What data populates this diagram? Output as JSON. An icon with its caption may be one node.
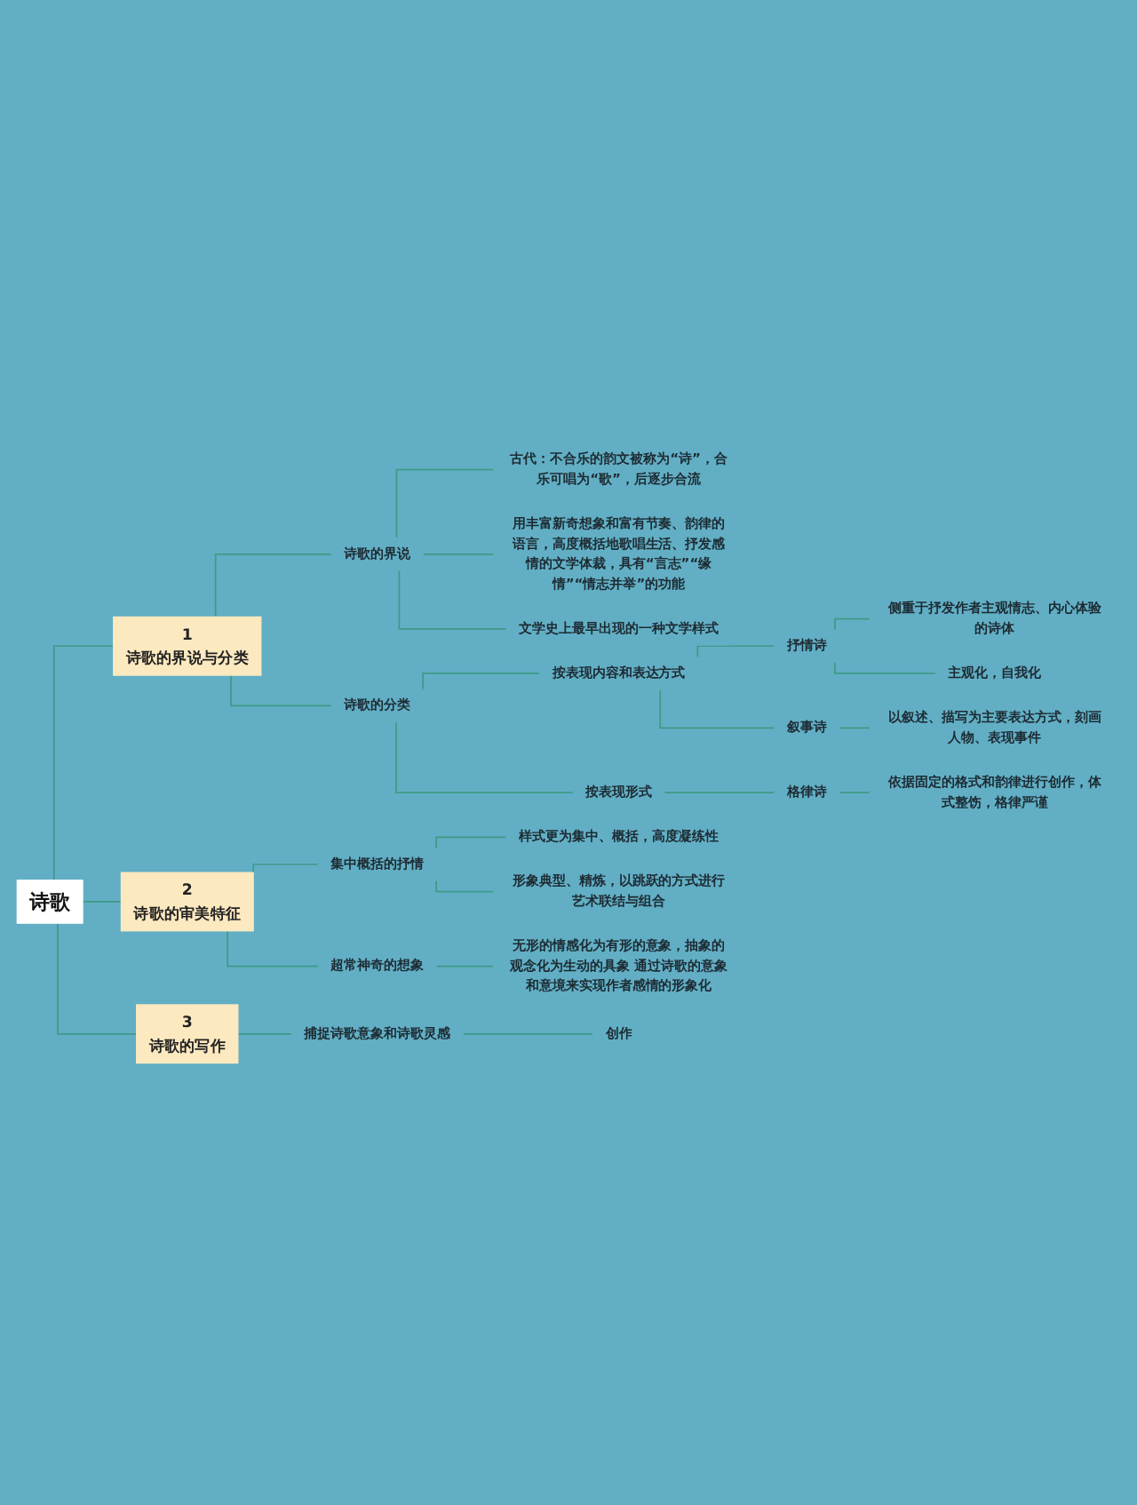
{
  "diagram": {
    "nodes": [
      {
        "text": [
          "诗歌"
        ]
      },
      {
        "text": [
          "1",
          "诗歌的界说与分类"
        ]
      },
      {
        "text": [
          "诗歌的界说"
        ]
      },
      {
        "text": [
          "古代：不合乐的韵文被称为“诗”，合乐可唱为“歌”，后逐步合流"
        ]
      },
      {
        "text": [
          "用丰富新奇想象和富有节奏、韵律的语言，高度概括地歌唱生活、抒发感情的文学体裁，具有“言志”“缘情”“情志并举”的功能"
        ]
      },
      {
        "text": [
          "文学史上最早出现的一种文学样式"
        ]
      },
      {
        "text": [
          "诗歌的分类"
        ]
      },
      {
        "text": [
          "按表现内容和表达方式"
        ]
      },
      {
        "text": [
          "抒情诗"
        ]
      },
      {
        "text": [
          "侧重于抒发作者主观情志、内心体验的诗体"
        ]
      },
      {
        "text": [
          "主观化，自我化"
        ]
      },
      {
        "text": [
          "叙事诗"
        ]
      },
      {
        "text": [
          "以叙述、描写为主要表达方式，刻画人物、表现事件"
        ]
      },
      {
        "text": [
          "按表现形式"
        ]
      },
      {
        "text": [
          "格律诗"
        ]
      },
      {
        "text": [
          "依据固定的格式和韵律进行创作，体式整饬，格律严谨"
        ]
      },
      {
        "text": [
          "2",
          "诗歌的审美特征"
        ]
      },
      {
        "text": [
          "集中概括的抒情"
        ]
      },
      {
        "text": [
          "样式更为集中、概括，高度凝练性"
        ]
      },
      {
        "text": [
          "形象典型、精炼，以跳跃的方式进行艺术联结与组合"
        ]
      },
      {
        "text": [
          "超常神奇的想象"
        ]
      },
      {
        "text": [
          "无形的情感化为有形的意象，抽象的观念化为生动的具象 通过诗歌的意象和意境来实现作者感情的形象化"
        ]
      },
      {
        "text": [
          "3",
          "诗歌的写作"
        ]
      },
      {
        "text": [
          "捕捉诗歌意象和诗歌灵感"
        ]
      },
      {
        "text": [
          "创作"
        ]
      }
    ],
    "edges": [
      {
        "from": 0,
        "to": 1,
        "arrow": "none"
      },
      {
        "from": 1,
        "to": 2,
        "arrow": "none"
      },
      {
        "from": 2,
        "to": 3,
        "arrow": "none"
      },
      {
        "from": 2,
        "to": 4,
        "arrow": "none"
      },
      {
        "from": 2,
        "to": 5,
        "arrow": "none"
      },
      {
        "from": 1,
        "to": 6,
        "arrow": "none"
      },
      {
        "from": 6,
        "to": 7,
        "arrow": "none"
      },
      {
        "from": 7,
        "to": 8,
        "arrow": "none"
      },
      {
        "from": 8,
        "to": 9,
        "arrow": "none"
      },
      {
        "from": 8,
        "to": 10,
        "arrow": "none"
      },
      {
        "from": 7,
        "to": 11,
        "arrow": "none"
      },
      {
        "from": 11,
        "to": 12,
        "arrow": "none"
      },
      {
        "from": 6,
        "to": 13,
        "arrow": "none"
      },
      {
        "from": 13,
        "to": 14,
        "arrow": "none"
      },
      {
        "from": 14,
        "to": 15,
        "arrow": "none"
      },
      {
        "from": 0,
        "to": 16,
        "arrow": "none"
      },
      {
        "from": 16,
        "to": 17,
        "arrow": "none"
      },
      {
        "from": 17,
        "to": 18,
        "arrow": "none"
      },
      {
        "from": 17,
        "to": 19,
        "arrow": "none"
      },
      {
        "from": 16,
        "to": 20,
        "arrow": "none"
      },
      {
        "from": 20,
        "to": 21,
        "arrow": "none"
      },
      {
        "from": 0,
        "to": 22,
        "arrow": "none"
      },
      {
        "from": 22,
        "to": 23,
        "arrow": "none"
      },
      {
        "from": 23,
        "to": 24,
        "arrow": "none"
      }
    ]
  }
}
